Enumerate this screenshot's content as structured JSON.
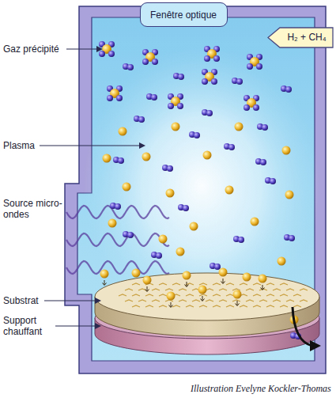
{
  "diagram": {
    "nodes": [
      {
        "text": [
          "Fenêtre optique"
        ]
      },
      {
        "text": [
          "H₂ + CH₄"
        ]
      }
    ],
    "labels": [
      "Gaz précipité",
      "Plasma",
      "Source micro-ondes",
      "Substrat",
      "Support chauffant",
      "Illustration Evelyne Kockler-Thomas"
    ]
  }
}
